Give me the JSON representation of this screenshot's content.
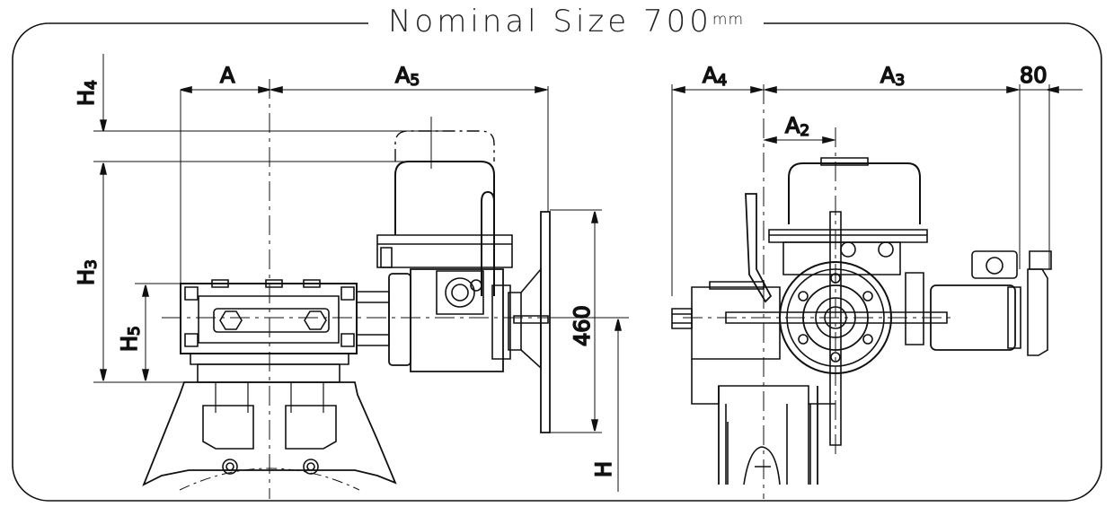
{
  "title": {
    "text": "Nominal Size 700",
    "unit": "mm"
  },
  "side_view": {
    "labels": {
      "A": "A",
      "A5_main": "A",
      "A5_sub": "5",
      "H4_main": "H",
      "H4_sub": "4",
      "H3_main": "H",
      "H3_sub": "3",
      "H5_main": "H",
      "H5_sub": "5",
      "dim_460": "460",
      "H": "H"
    }
  },
  "front_view": {
    "labels": {
      "A4_main": "A",
      "A4_sub": "4",
      "A3_main": "A",
      "A3_sub": "3",
      "A2_main": "A",
      "A2_sub": "2",
      "dim_80": "80"
    }
  },
  "colors": {
    "line": "#111111",
    "background": "#ffffff"
  }
}
